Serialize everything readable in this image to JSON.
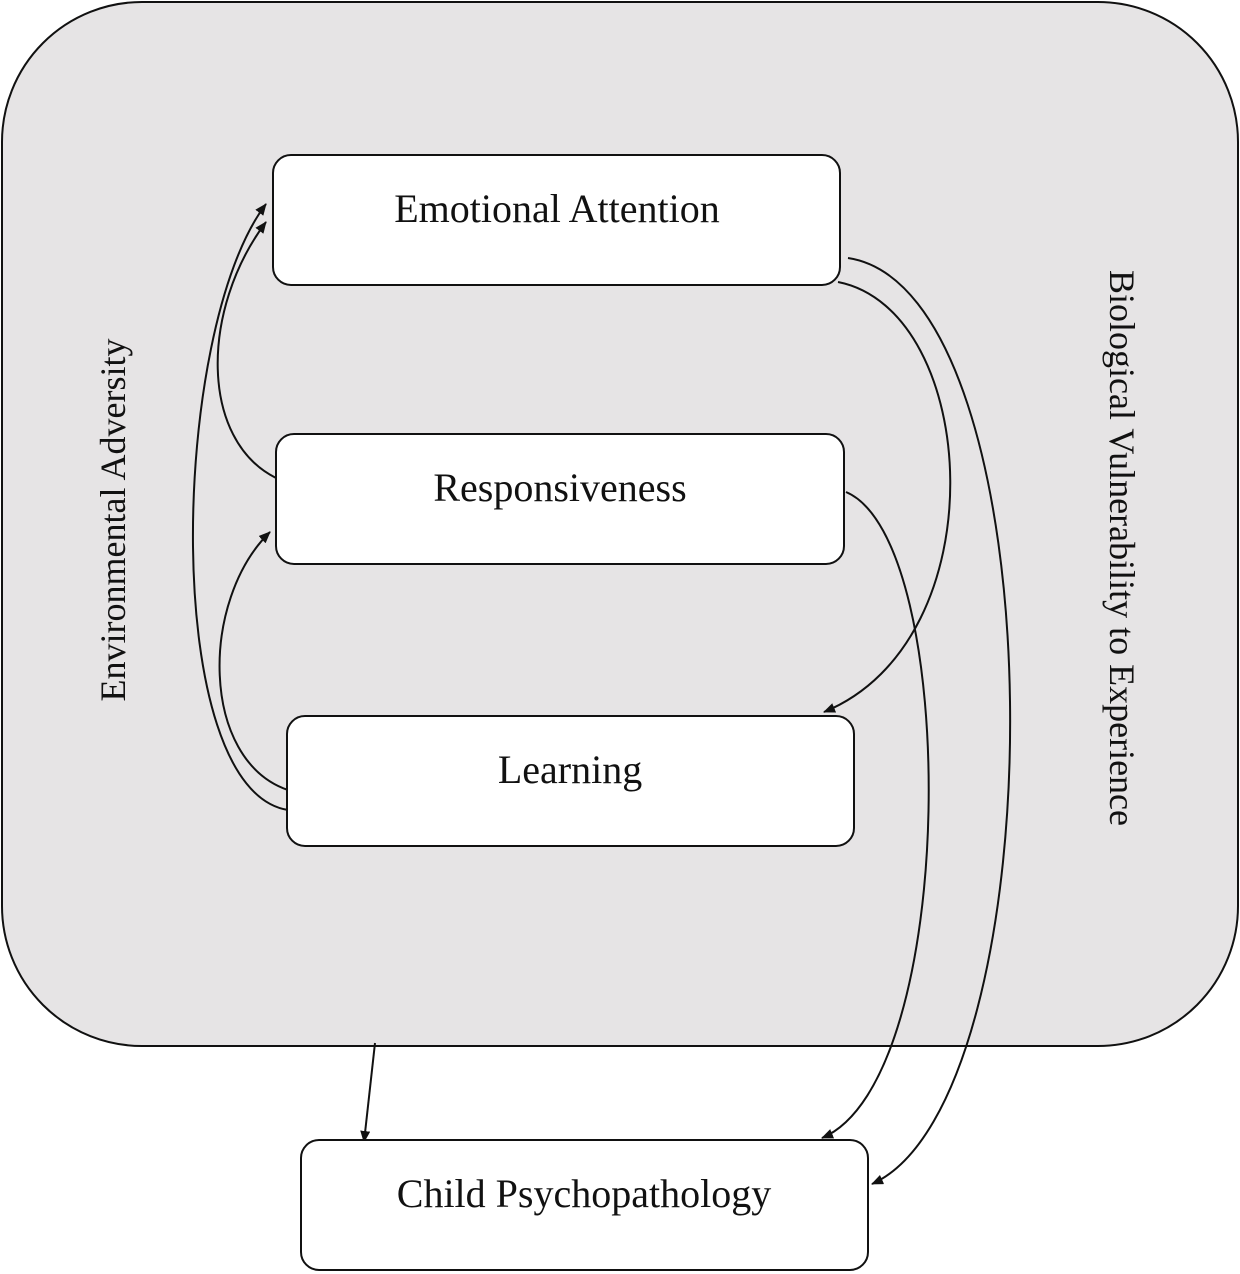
{
  "diagram": {
    "context_side_labels": {
      "left": "Environmental Adversity",
      "right": "Biological Vulnerability to Experience"
    },
    "nodes": {
      "emotional_attention": "Emotional Attention",
      "responsiveness": "Responsiveness",
      "learning": "Learning",
      "child_psychopathology": "Child Psychopathology"
    },
    "edges": [
      {
        "from": "responsiveness",
        "to": "emotional_attention"
      },
      {
        "from": "learning",
        "to": "emotional_attention"
      },
      {
        "from": "learning",
        "to": "responsiveness"
      },
      {
        "from": "emotional_attention",
        "to": "learning"
      },
      {
        "from": "emotional_attention",
        "to": "child_psychopathology"
      },
      {
        "from": "responsiveness",
        "to": "child_psychopathology"
      },
      {
        "from": "context",
        "to": "child_psychopathology"
      }
    ],
    "colors": {
      "context_fill": "#e6e4e5",
      "node_fill": "#ffffff",
      "stroke": "#111111"
    }
  }
}
